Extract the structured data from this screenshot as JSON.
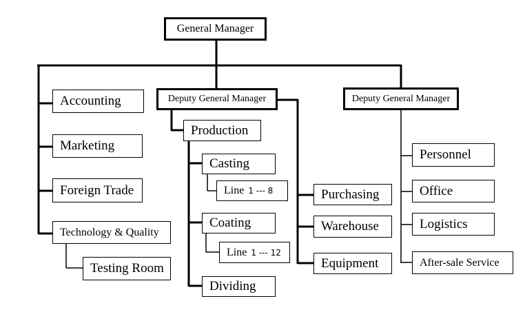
{
  "org": {
    "general_manager": "General Manager",
    "deputy_gm_1": "Deputy General Manager",
    "deputy_gm_2": "Deputy General Manager",
    "accounting": "Accounting",
    "marketing": "Marketing",
    "foreign_trade": "Foreign Trade",
    "technology_quality": "Technology & Quality",
    "testing_room": "Testing Room",
    "production": "Production",
    "casting": "Casting",
    "casting_line_label": "Line",
    "casting_line_range": "1 --- 8",
    "coating": "Coating",
    "coating_line_label": "Line",
    "coating_line_range": "1 --- 12",
    "dividing": "Dividing",
    "purchasing": "Purchasing",
    "warehouse": "Warehouse",
    "equipment": "Equipment",
    "personnel": "Personnel",
    "office": "Office",
    "logistics": "Logistics",
    "after_sale": "After-sale Service"
  }
}
